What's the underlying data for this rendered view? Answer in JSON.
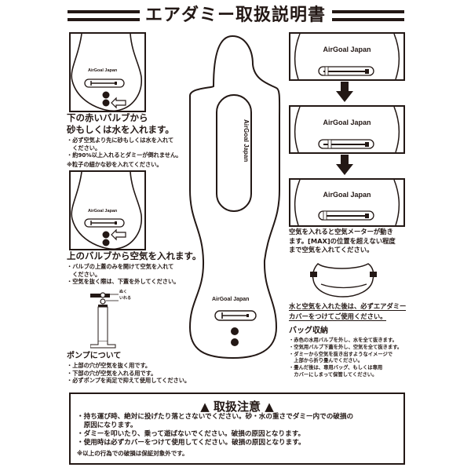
{
  "header": {
    "title": "エアダミー取扱説明書"
  },
  "brand": "AirGoal Japan",
  "left": {
    "water_section": {
      "heading_line1": "下の赤いバルブから",
      "heading_line2": "砂もしくは水を入れます。",
      "bullets": [
        "・必ず空気より先に砂もしくは水を入れて",
        "　ください。",
        "・約90%以上入れるとダミーが倒れません。"
      ],
      "note": "※粒子の細かな砂を入れてください。"
    },
    "air_section": {
      "heading": "上のバルブから空気を入れます。",
      "bullets": [
        "・バルブの上蓋のみを開けて空気を入れて",
        "　ください。",
        "・空気を抜く際は、下蓋を外してください。"
      ]
    },
    "pump": {
      "label_out": "ぬく",
      "label_in": "いれる",
      "heading": "ポンプについて",
      "bullets": [
        "・上部の穴が空気を抜く用です。",
        "・下部の穴が空気を入れる用です。",
        "・必ずポンプを両足で抑えて使用してください。"
      ]
    }
  },
  "right": {
    "meter_text": [
      "空気を入れると空気メーターが動き",
      "ます。[MAX]の位置を超えない程度",
      "まで空気を入れてください。"
    ],
    "cover_text": [
      "水と空気を入れた後は、必ずエアダミー",
      "カバーをつけてご使用ください。"
    ],
    "storage": {
      "heading": "バッグ収納",
      "bullets": [
        "・赤色の水用バルブを外し、水を全て抜きます。",
        "・空気用バルブ下蓋を外し、空気を全て抜きます。",
        "・ダミーから空気を抜き出すようなイメージで",
        "　上部から折り畳んでください。",
        "・畳んだ後は、専用バッグ、もしくは専用",
        "　カバーにしまって保管してください。"
      ]
    }
  },
  "caution": {
    "title": "取扱注意",
    "items": [
      "・持ち運び時、絶対に投げたり落とさないでください。砂・水の重さでダミー内での破損の",
      "　原因になります。",
      "・ダミーを叩いたり、乗って遊ばないでください。破損の原因となります。",
      "・使用時は必ずカバーをつけて使用してください。破損の原因となります。"
    ],
    "note": "※以上の行為での破損は保証対象外です。"
  },
  "colors": {
    "ink": "#231815",
    "background": "#ffffff"
  }
}
